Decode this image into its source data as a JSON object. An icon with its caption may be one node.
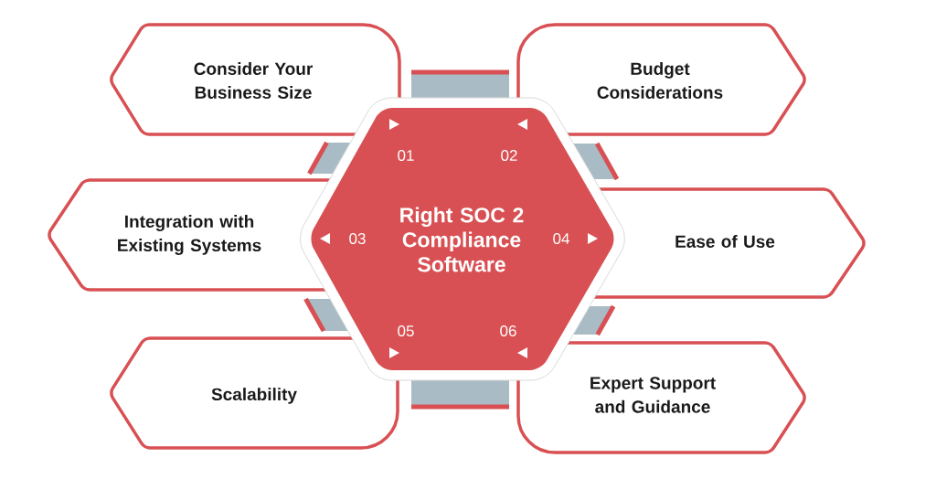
{
  "diagram": {
    "nodes": [
      {
        "text": [
          "Right SOC 2 Compliance Software"
        ]
      },
      {
        "text": [
          "Consider Your Business Size"
        ]
      },
      {
        "text": [
          "Budget Considerations"
        ]
      },
      {
        "text": [
          "Integration with Existing Systems"
        ]
      },
      {
        "text": [
          "Ease of Use"
        ]
      },
      {
        "text": [
          "Scalability"
        ]
      },
      {
        "text": [
          "Expert Support and Guidance"
        ]
      }
    ],
    "labels": [
      "01",
      "02",
      "03",
      "04",
      "05",
      "06"
    ]
  }
}
